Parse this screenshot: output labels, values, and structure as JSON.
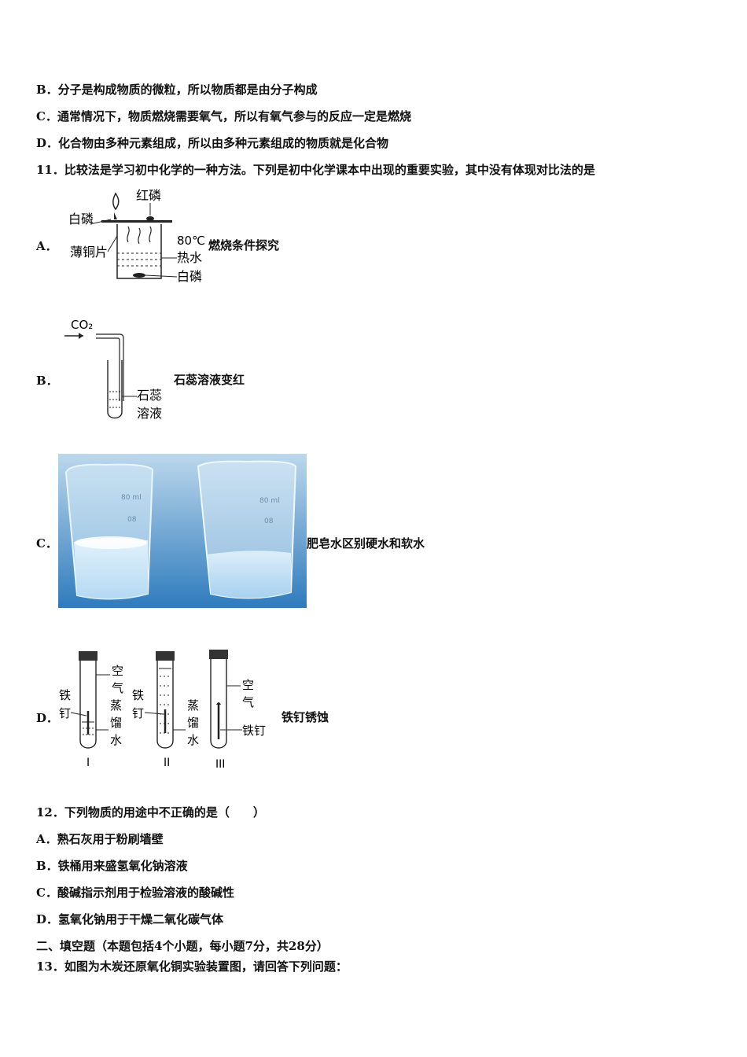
{
  "lines": {
    "q10_b": "B．分子是构成物质的微粒，所以物质都是由分子构成",
    "q10_c": "C．通常情况下，物质燃烧需要氧气，所以有氧气参与的反应一定是燃烧",
    "q10_d": "D．化合物由多种元素组成，所以由多种元素组成的物质就是化合物",
    "q11_stem": "11．比较法是学习初中化学的一种方法。下列是初中化学课本中出现的重要实验，其中没有体现对比法的是",
    "q12_stem": "12．下列物质的用途中不正确的是（　　）",
    "q12_a": "A．熟石灰用于粉刷墙壁",
    "q12_b": "B．铁桶用来盛氢氧化钠溶液",
    "q12_c": "C．酸碱指示剂用于检验溶液的酸碱性",
    "q12_d": "D．氢氧化钠用于干燥二氧化碳气体",
    "section2": "二、填空题（本题包括4个小题，每小题7分，共28分）",
    "q13_stem": "13．如图为木炭还原氧化铜实验装置图，请回答下列问题："
  },
  "q11": {
    "a": {
      "letter": "A．",
      "caption": "燃烧条件探究",
      "labels": {
        "red_p": "红磷",
        "white_p_top": "白磷",
        "copper": "薄铜片",
        "temp": "80℃",
        "hot_water": "热水",
        "white_p_bottom": "白磷"
      }
    },
    "b": {
      "letter": "B．",
      "caption": "石蕊溶液变红",
      "labels": {
        "gas": "CO₂",
        "litmus_1": "石蕊",
        "litmus_2": "溶液"
      }
    },
    "c": {
      "letter": "C．",
      "caption": "肥皂水区别硬水和软水",
      "labels": {
        "beaker_mark_1": "80 ml",
        "beaker_mark_2": "08"
      }
    },
    "d": {
      "letter": "D．",
      "caption": "铁钉锈蚀",
      "labels": {
        "t1_nail_1": "铁",
        "t1_nail_2": "钉",
        "t1_air_1": "空",
        "t1_air_2": "气",
        "t1_water_1": "蒸",
        "t1_water_2": "馏",
        "t1_water_3": "水",
        "t2_nail_1": "铁",
        "t2_nail_2": "钉",
        "t2_water_1": "蒸",
        "t2_water_2": "馏",
        "t2_water_3": "水",
        "t3_air_1": "空",
        "t3_air_2": "气",
        "t3_nail": "铁钉",
        "num1": "I",
        "num2": "II",
        "num3": "III"
      }
    }
  }
}
